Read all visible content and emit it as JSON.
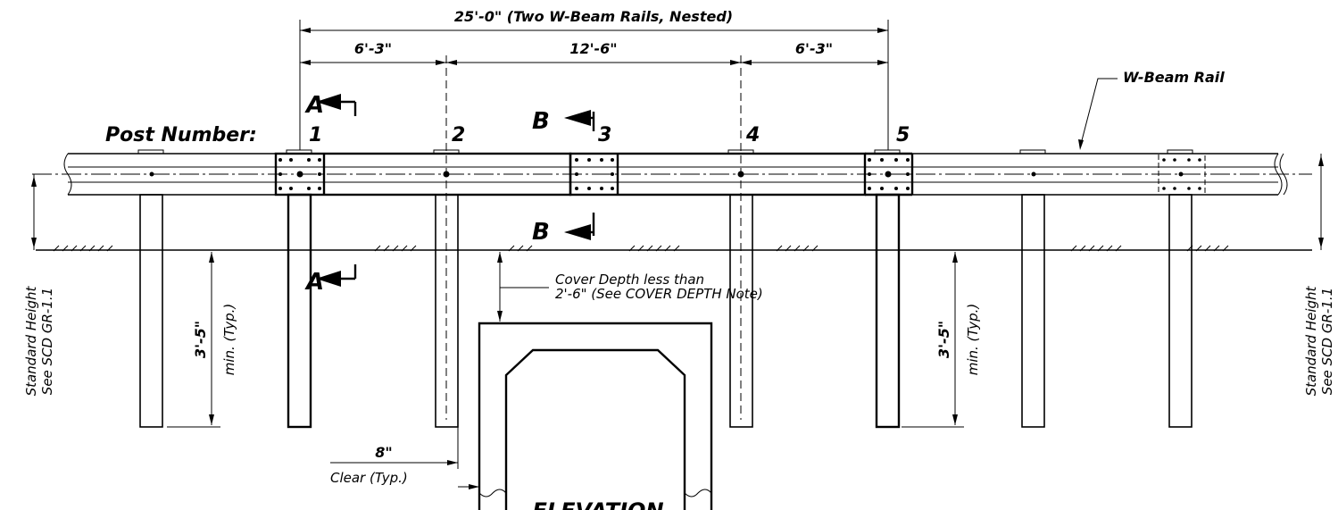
{
  "dimensions": {
    "overall": "25'-0\" (Two W-Beam Rails, Nested)",
    "left_segment": "6'-3\"",
    "middle_segment": "12'-6\"",
    "right_segment": "6'-3\"",
    "embed_left": "3'-5\"",
    "embed_left_sub": "min. (Typ.)",
    "embed_right": "3'-5\"",
    "embed_right_sub": "min. (Typ.)",
    "clear": "8\"",
    "clear_sub": "Clear (Typ.)"
  },
  "labels": {
    "post_number": "Post Number:",
    "posts": [
      "1",
      "2",
      "3",
      "4",
      "5"
    ],
    "w_beam_rail": "W-Beam Rail",
    "section_a": "A",
    "section_b": "B",
    "cover_depth_line1": "Cover Depth less than",
    "cover_depth_line2": "2'-6\" (See COVER DEPTH Note)",
    "std_height_left_1": "Standard Height",
    "std_height_left_2": "See SCD GR-1.1",
    "std_height_right_1": "Standard Height",
    "std_height_right_2": "See SCD GR-1.1",
    "title": "ELEVATION"
  }
}
